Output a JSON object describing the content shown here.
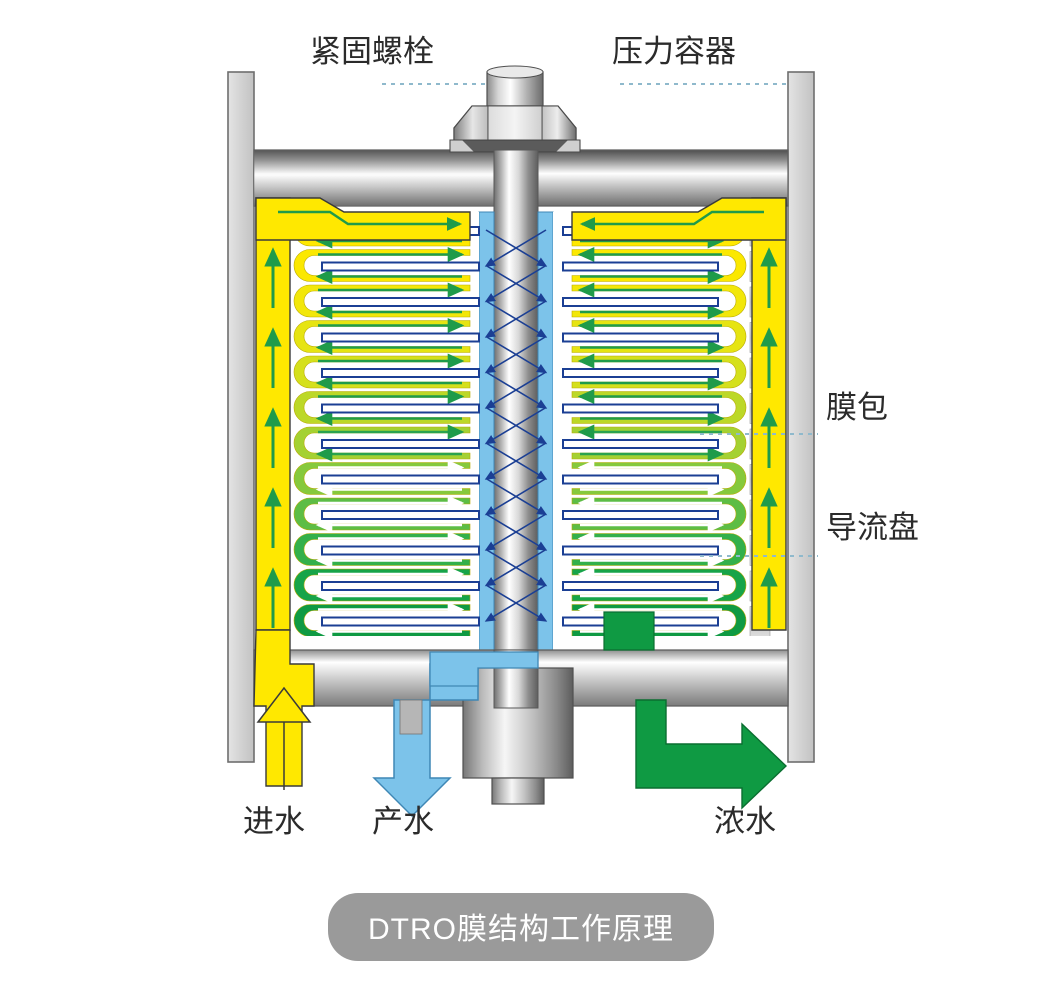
{
  "diagram": {
    "title_pill": "DTRO膜结构工作原理",
    "labels": {
      "bolt": "紧固螺栓",
      "vessel": "压力容器",
      "membrane_pack": "膜包",
      "flow_disc": "导流盘",
      "feed": "进水",
      "permeate": "产水",
      "concentrate": "浓水"
    },
    "colors": {
      "feed_yellow": "#ffe800",
      "concentrate_green": "#0f9a43",
      "permeate_blue": "#7cc3ea",
      "arrow_green": "#1f9b4a",
      "arrow_darkblue": "#1b3f94",
      "metal_light": "#f2f2f2",
      "metal_mid": "#b9b9b9",
      "metal_dark": "#5a5a5a",
      "wall_gray": "#d2d2d2",
      "wall_stroke": "#6e6e6e",
      "pill_gray": "#9a9a9a",
      "leader_dotted": "#8fb9cc",
      "text_dark": "#2b2b2b"
    },
    "stack": {
      "row_count": 12,
      "disc_colors": [
        "#ffe800",
        "#fbe800",
        "#f2e70a",
        "#e6e412",
        "#d5e01c",
        "#bcd827",
        "#a4d132",
        "#86c93c",
        "#5dbd45",
        "#33b04b",
        "#17a449",
        "#0f9a43"
      ],
      "arrow_colors": [
        "#1f9b4a",
        "#1f9b4a",
        "#1f9b4a",
        "#1f9b4a",
        "#1f9b4a",
        "#1f9b4a",
        "#2aa34e",
        "#ffffff",
        "#ffffff",
        "#ffffff",
        "#ffffff",
        "#ffffff"
      ]
    },
    "flows": [
      {
        "name": "feed",
        "label": "进水",
        "color": "#ffe800",
        "direction": "up"
      },
      {
        "name": "permeate",
        "label": "产水",
        "color": "#7cc3ea",
        "direction": "down"
      },
      {
        "name": "concentrate",
        "label": "浓水",
        "color": "#0f9a43",
        "direction": "right-down"
      }
    ]
  }
}
